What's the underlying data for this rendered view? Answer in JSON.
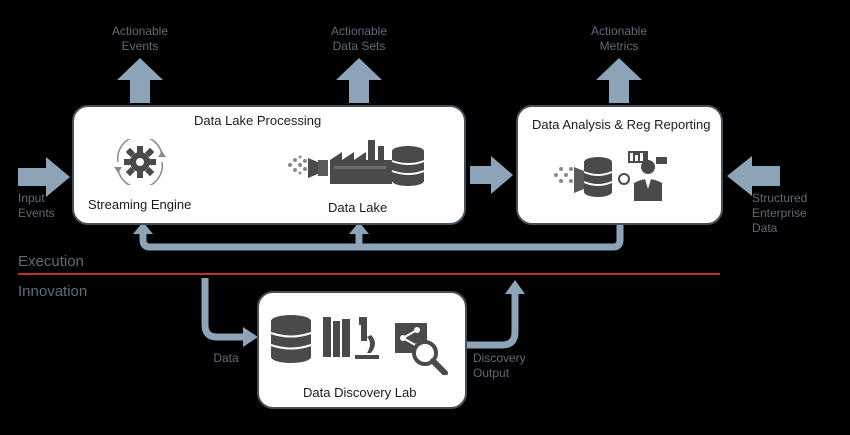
{
  "outputs": [
    {
      "label_line1": "Actionable",
      "label_line2": "Events"
    },
    {
      "label_line1": "Actionable",
      "label_line2": "Data Sets"
    },
    {
      "label_line1": "Actionable",
      "label_line2": "Metrics"
    }
  ],
  "input_events": {
    "line1": "Input",
    "line2": "Events"
  },
  "structured_data": {
    "line1": "Structured",
    "line2": "Enterprise",
    "line3": "Data"
  },
  "processing": {
    "title": "Data Lake Processing",
    "streaming_engine": "Streaming Engine",
    "data_lake": "Data Lake"
  },
  "analysis": {
    "title": "Data Analysis & Reg Reporting"
  },
  "zones": {
    "execution": "Execution",
    "innovation": "Innovation"
  },
  "discovery": {
    "title": "Data Discovery Lab",
    "data_label": "Data",
    "output_line1": "Discovery",
    "output_line2": "Output"
  },
  "colors": {
    "arrow": "#8da4b8",
    "line": "#c0302a",
    "label": "#5e6c78",
    "icon": "#4a4a4a"
  }
}
